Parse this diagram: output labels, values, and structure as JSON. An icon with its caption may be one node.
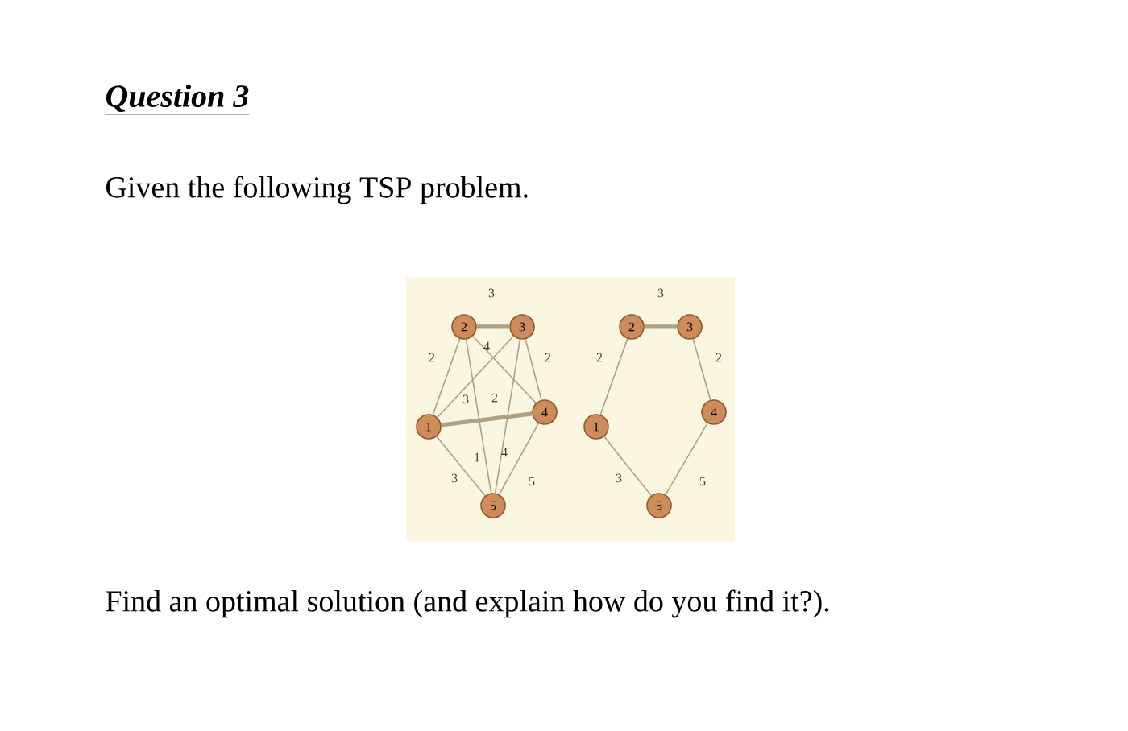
{
  "diagram": {
    "title": "Question 3",
    "nodes": [
      {
        "text": [
          "1"
        ]
      },
      {
        "text": [
          "2"
        ]
      },
      {
        "text": [
          "3"
        ]
      },
      {
        "text": [
          "4"
        ]
      },
      {
        "text": [
          "5"
        ]
      },
      {
        "text": [
          "1"
        ]
      },
      {
        "text": [
          "2"
        ]
      },
      {
        "text": [
          "3"
        ]
      },
      {
        "text": [
          "4"
        ]
      },
      {
        "text": [
          "5"
        ]
      }
    ],
    "edges": [
      {
        "from": 1,
        "to": 2,
        "arrow": "none",
        "label": "3",
        "style": "thick"
      },
      {
        "from": 0,
        "to": 1,
        "arrow": "none",
        "label": "2"
      },
      {
        "from": 2,
        "to": 3,
        "arrow": "none",
        "label": "2"
      },
      {
        "from": 3,
        "to": 4,
        "arrow": "none",
        "label": "5"
      },
      {
        "from": 0,
        "to": 4,
        "arrow": "none",
        "label": "3"
      },
      {
        "from": 1,
        "to": 3,
        "arrow": "none",
        "label": "4"
      },
      {
        "from": 0,
        "to": 2,
        "arrow": "none",
        "label": "3"
      },
      {
        "from": 0,
        "to": 3,
        "arrow": "none",
        "label": "2",
        "style": "thick"
      },
      {
        "from": 1,
        "to": 4,
        "arrow": "none",
        "label": "1"
      },
      {
        "from": 2,
        "to": 4,
        "arrow": "none",
        "label": "4"
      },
      {
        "from": 6,
        "to": 7,
        "arrow": "none",
        "label": "3",
        "style": "thick"
      },
      {
        "from": 5,
        "to": 6,
        "arrow": "none",
        "label": "2"
      },
      {
        "from": 7,
        "to": 8,
        "arrow": "none",
        "label": "2"
      },
      {
        "from": 8,
        "to": 9,
        "arrow": "none",
        "label": "5"
      },
      {
        "from": 5,
        "to": 9,
        "arrow": "none",
        "label": "3"
      }
    ],
    "labels": [
      "Given the following TSP problem.",
      "Find an optimal solution (and explain how do you find it?)."
    ]
  }
}
